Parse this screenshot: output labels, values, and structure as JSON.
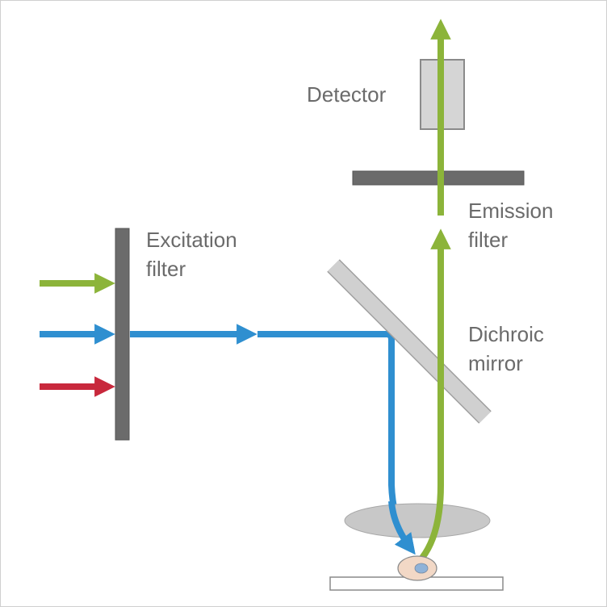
{
  "labels": {
    "detector": "Detector",
    "emission_filter": [
      "Emission",
      "filter"
    ],
    "excitation_filter": [
      "Excitation",
      "filter"
    ],
    "dichroic_mirror": [
      "Dichroic",
      "mirror"
    ]
  },
  "colors": {
    "excitation_green": "#8cb43a",
    "excitation_blue": "#2f8fd0",
    "excitation_red": "#c8283c",
    "emission_green": "#8cb43a",
    "filter_gray": "#6b6b6b",
    "mirror_gray": "#d0d0d0",
    "lens_gray": "#c8c8c8",
    "cell": "#f2d8c6",
    "nucleus": "#8fb2d8",
    "label_text": "#6b6b6b"
  }
}
